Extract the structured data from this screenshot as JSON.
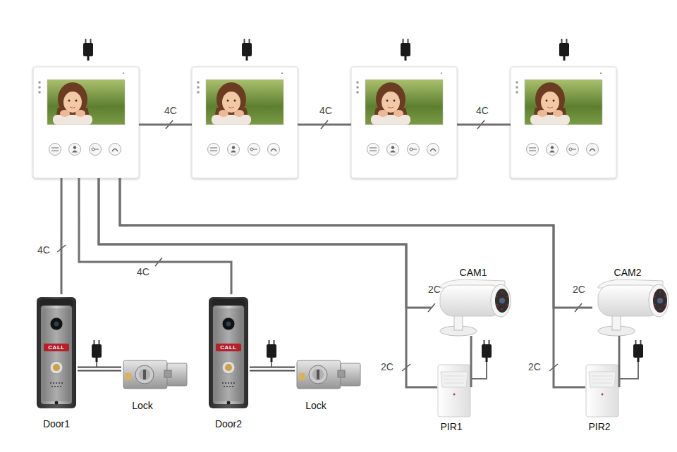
{
  "diagram": {
    "nodes": [
      {
        "text": []
      },
      {
        "text": []
      },
      {
        "text": []
      },
      {
        "text": []
      },
      {
        "text": [
          "CAM1"
        ]
      },
      {
        "text": [
          "CAM2"
        ]
      },
      {
        "text": [
          "CALL",
          "Door1"
        ]
      },
      {
        "text": [
          "Lock"
        ]
      },
      {
        "text": [
          "CALL",
          "Door2"
        ]
      },
      {
        "text": [
          "Lock"
        ]
      },
      {
        "text": [
          "PIR1"
        ]
      },
      {
        "text": [
          "PIR2"
        ]
      }
    ],
    "edges": [
      {
        "from": 0,
        "to": 1,
        "label": "4C",
        "arrow": "none"
      },
      {
        "from": 1,
        "to": 2,
        "label": "4C",
        "arrow": "none"
      },
      {
        "from": 2,
        "to": 3,
        "label": "4C",
        "arrow": "none"
      },
      {
        "from": 0,
        "to": 6,
        "label": "4C",
        "arrow": "none"
      },
      {
        "from": 0,
        "to": 8,
        "label": "4C",
        "arrow": "none"
      },
      {
        "from": 0,
        "to": 4,
        "label": "2C",
        "arrow": "none"
      },
      {
        "from": 0,
        "to": 10,
        "label": "2C",
        "arrow": "none"
      },
      {
        "from": 0,
        "to": 5,
        "label": "2C",
        "arrow": "none"
      },
      {
        "from": 0,
        "to": 11,
        "label": "2C",
        "arrow": "none"
      },
      {
        "from": 6,
        "to": 7,
        "arrow": "none"
      },
      {
        "from": 8,
        "to": 9,
        "arrow": "none"
      },
      {
        "from": 4,
        "to": 10,
        "arrow": "none"
      },
      {
        "from": 5,
        "to": 11,
        "arrow": "none"
      }
    ]
  }
}
